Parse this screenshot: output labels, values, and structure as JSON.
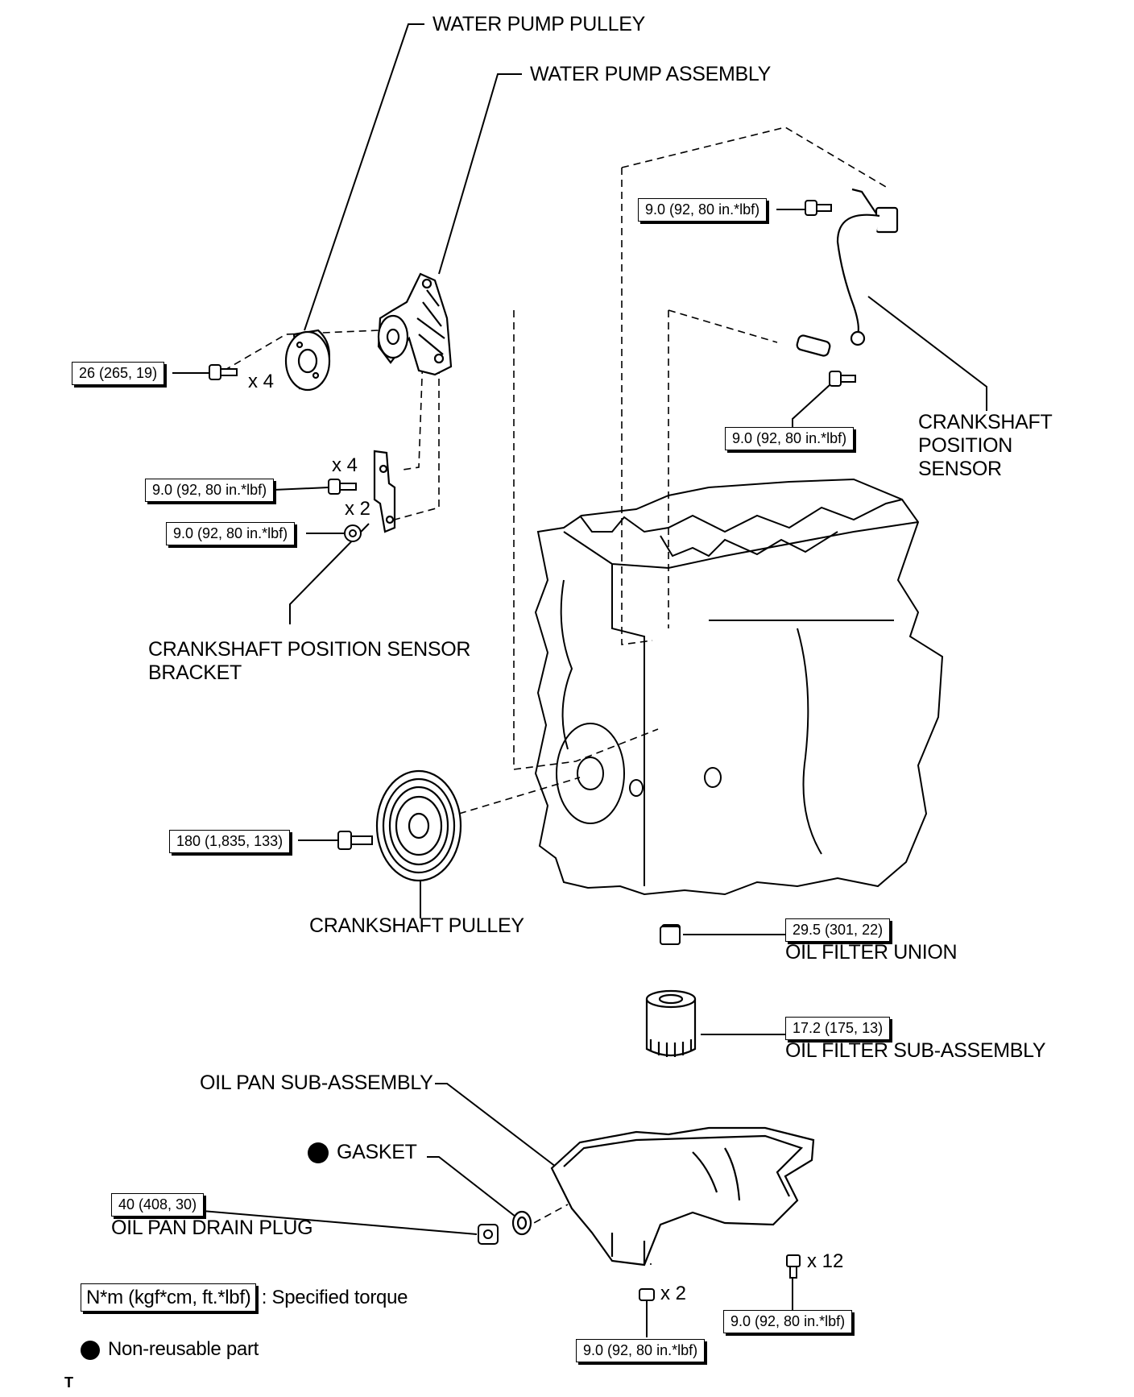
{
  "labels": {
    "water_pump_pulley": "WATER PUMP PULLEY",
    "water_pump_assembly": "WATER PUMP ASSEMBLY",
    "crankshaft_position_sensor": "CRANKSHAFT\nPOSITION\nSENSOR",
    "crankshaft_position_sensor_bracket": "CRANKSHAFT POSITION SENSOR\nBRACKET",
    "crankshaft_pulley": "CRANKSHAFT PULLEY",
    "oil_filter_union": "OIL FILTER UNION",
    "oil_filter_sub_assembly": "OIL FILTER SUB-ASSEMBLY",
    "oil_pan_sub_assembly": "OIL PAN SUB-ASSEMBLY",
    "gasket": "GASKET",
    "oil_pan_drain_plug": "OIL PAN DRAIN PLUG"
  },
  "torques": {
    "water_pump_pulley_bolt": "26 (265, 19)",
    "sensor_top_bolt": "9.0 (92, 80 in.*lbf)",
    "sensor_lower_bolt": "9.0 (92, 80 in.*lbf)",
    "bracket_bolt": "9.0 (92, 80 in.*lbf)",
    "bracket_nut": "9.0 (92, 80 in.*lbf)",
    "crankshaft_pulley_bolt": "180 (1,835, 133)",
    "oil_filter_union": "29.5 (301, 22)",
    "oil_filter": "17.2 (175, 13)",
    "drain_plug": "40 (408, 30)",
    "oil_pan_nut": "9.0 (92, 80 in.*lbf)",
    "oil_pan_bolt": "9.0 (92, 80 in.*lbf)"
  },
  "quantities": {
    "pulley_bolts": "x 4",
    "bracket_bolts": "x 4",
    "bracket_nuts": "x 2",
    "oil_pan_bolts": "x 12",
    "oil_pan_nuts": "x 2"
  },
  "legend": {
    "torque_box": "N*m (kgf*cm, ft.*lbf)",
    "torque_text": ": Specified torque",
    "nonreusable_text": "Non-reusable part"
  },
  "footer": {
    "mark": "T"
  }
}
